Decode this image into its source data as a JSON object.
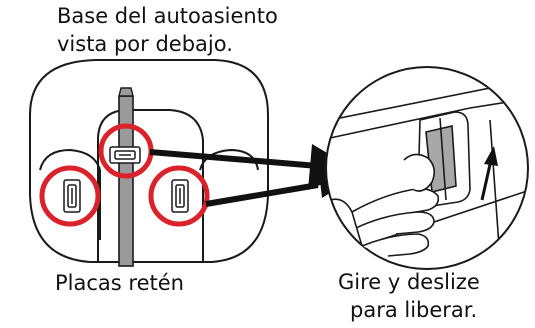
{
  "title": {
    "line1": "Base del autoasiento",
    "line2": "vista por debajo."
  },
  "captions": {
    "retainer_plates": "Placas retén",
    "release_line1": "Gire y deslize",
    "release_line2": "para liberar."
  },
  "colors": {
    "highlight_circle": "#d9222a",
    "line": "#1a1a1a",
    "strap": "#9a9a9a",
    "detail_fill": "#a8a8a8"
  },
  "icons": {
    "pointer_arrows": "arrow-right-icon",
    "motion_arrow": "arrow-up-icon"
  }
}
